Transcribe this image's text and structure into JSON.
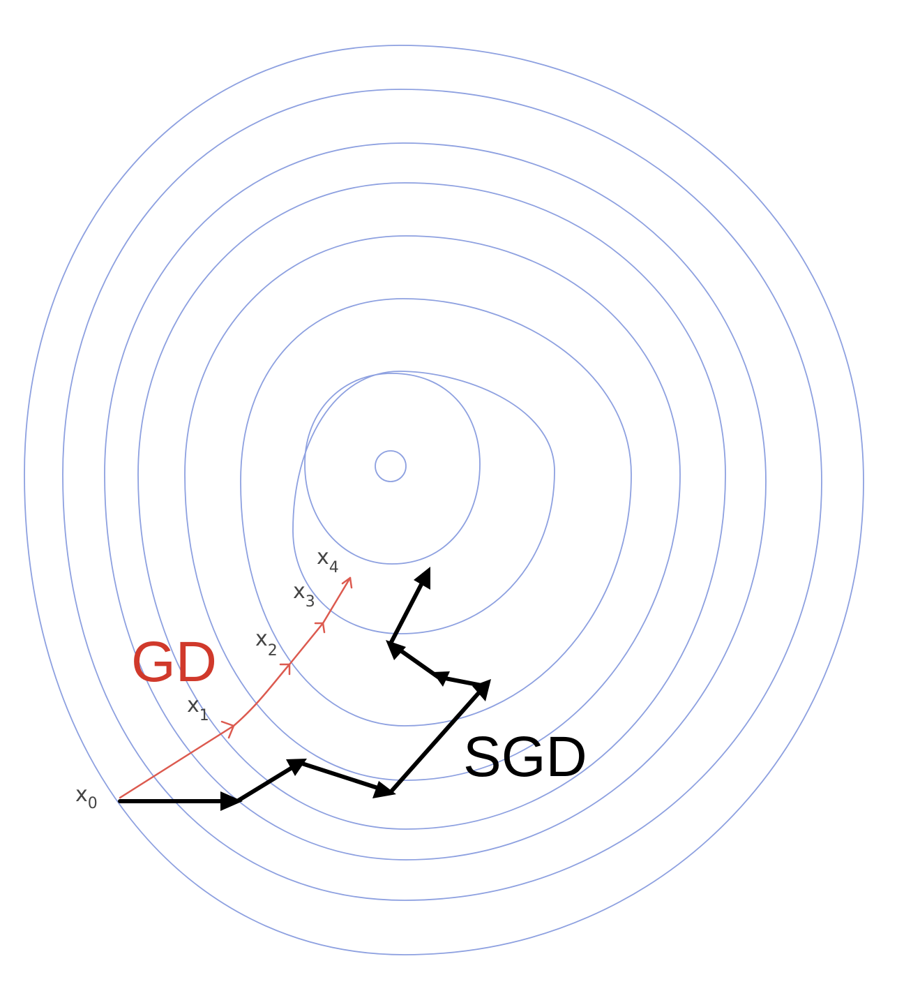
{
  "labels": {
    "gd": "GD",
    "sgd": "SGD"
  },
  "iterates": [
    {
      "base": "x",
      "sub": "0"
    },
    {
      "base": "x",
      "sub": "1"
    },
    {
      "base": "x",
      "sub": "2"
    },
    {
      "base": "x",
      "sub": "3"
    },
    {
      "base": "x",
      "sub": "4"
    }
  ],
  "colors": {
    "contour": "#8da0e0",
    "gd": "#d0392b",
    "gd_arrow": "#dc5a4f",
    "sgd": "#000000",
    "iterate_label": "#444444"
  }
}
